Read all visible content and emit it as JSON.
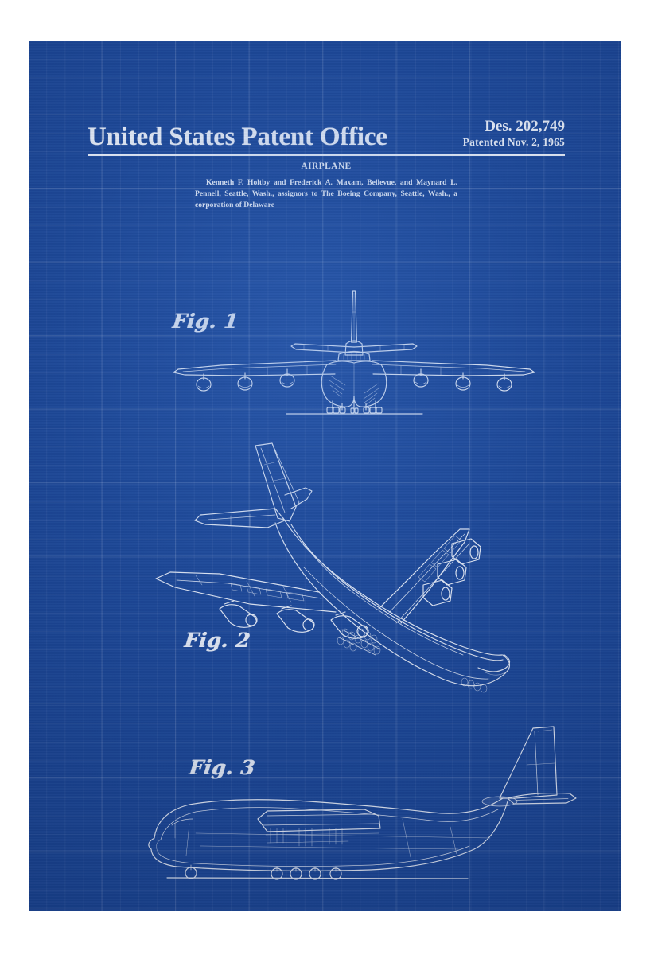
{
  "poster": {
    "kind": "patent-blueprint-poster",
    "background_color": "#ffffff",
    "blueprint_color": "#1b4593",
    "ink_color": "#ffffff"
  },
  "header": {
    "office_title": "United States Patent Office",
    "patent_number": "Des. 202,749",
    "patent_date": "Patented Nov. 2, 1965",
    "invention_title": "AIRPLANE",
    "inventors_text": "Kenneth F. Holtby and Frederick A. Maxam, Bellevue, and Maynard L. Pennell, Seattle, Wash., assignors to The Boeing Company, Seattle, Wash., a corporation of Delaware"
  },
  "figures": [
    {
      "id": "fig1",
      "label": "Fig. 1",
      "view": "front elevation",
      "description": "Front view of a six-engine wide-body airplane with high-mounted swept wings, three podded engines under each wing, a tall vertical stabilizer, horizontal tailplane and multi-bogie landing gear resting on a ground line.",
      "engine_count": 6,
      "engines_per_wing": 3
    },
    {
      "id": "fig2",
      "label": "Fig. 2",
      "view": "three-quarter rear perspective",
      "description": "Perspective view from above and behind showing the swept wing planform, six podded engines, the T-style empennage with swept vertical fin and horizontal stabilizer, and the multi-wheel main landing gear bogies.",
      "engine_count": 6,
      "engines_per_wing": 3
    },
    {
      "id": "fig3",
      "label": "Fig. 3",
      "view": "side elevation",
      "description": "Side profile of the airplane showing the deep fuselage with upswept aft body, tall swept vertical fin, horizontal stabilizer and the row of landing gear wheels along the ground line.",
      "engine_count": 6,
      "engines_per_wing": 3
    }
  ]
}
